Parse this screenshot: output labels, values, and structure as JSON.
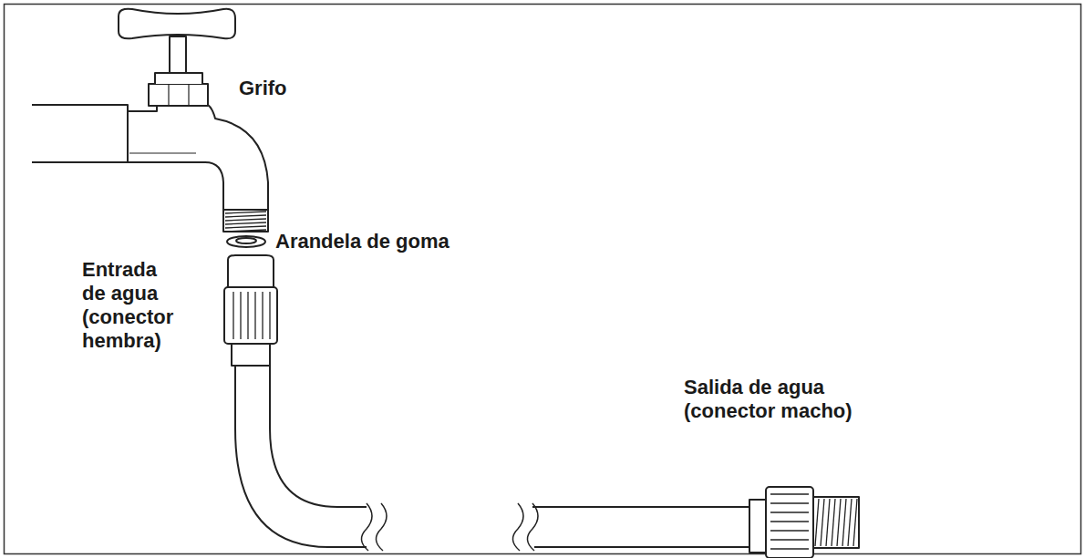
{
  "diagram": {
    "labels": [
      "Grifo",
      "Arandela de goma",
      "Entrada de agua (conector hembra)",
      "Salida de agua (conector macho)"
    ]
  }
}
